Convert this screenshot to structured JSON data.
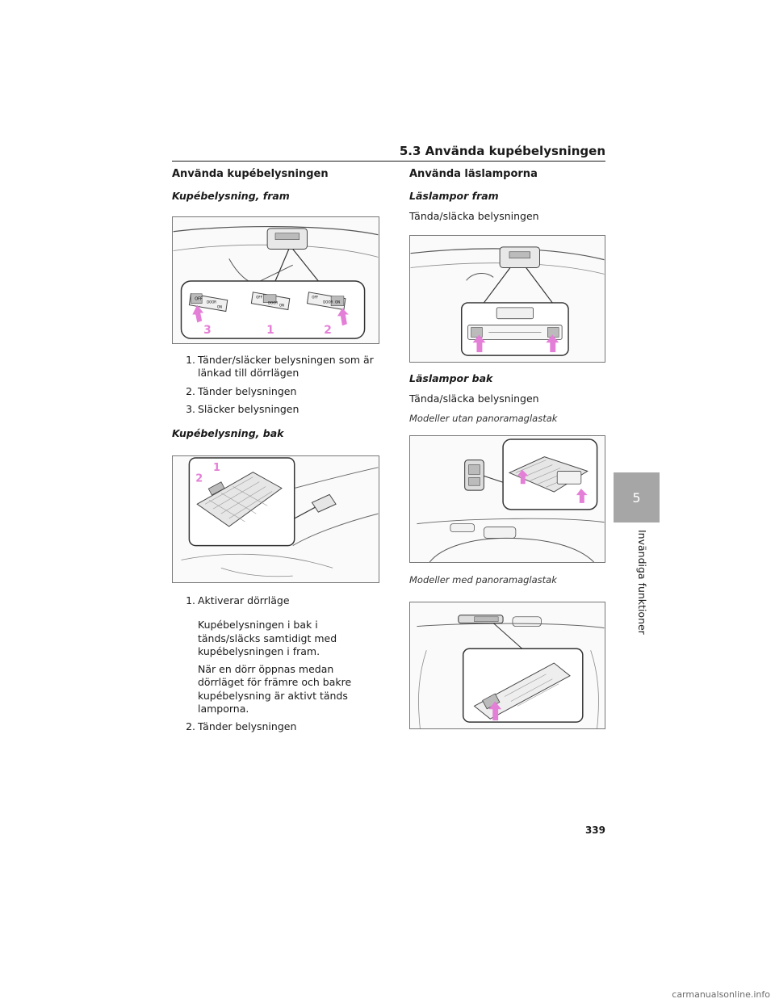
{
  "header": {
    "section": "5.3 Använda kupébelysningen"
  },
  "left": {
    "heading": "Använda kupébelysningen",
    "front": {
      "subheading": "Kupébelysning, fram",
      "figure_callouts": [
        "3",
        "1",
        "2"
      ],
      "switch_labels": [
        "OFF",
        "DOOR",
        "ON"
      ],
      "steps": [
        {
          "num": "1.",
          "text": "Tänder/släcker belysningen som är länkad till dörrlägen"
        },
        {
          "num": "2.",
          "text": "Tänder belysningen"
        },
        {
          "num": "3.",
          "text": "Släcker belysningen"
        }
      ]
    },
    "rear": {
      "subheading": "Kupébelysning, bak",
      "figure_callouts": [
        "1",
        "2"
      ],
      "steps": [
        {
          "num": "1.",
          "text": "Aktiverar dörrläge"
        },
        {
          "num": "2.",
          "text": "Tänder belysningen"
        }
      ],
      "step1_notes": [
        "Kupébelysningen i bak i tänds/släcks samtidigt med kupébelysningen i fram.",
        "När en dörr öppnas medan dörrläget för främre och bakre kupébelysning är aktivt tänds lamporna."
      ]
    }
  },
  "right": {
    "heading": "Använda läslamporna",
    "front": {
      "subheading": "Läslampor fram",
      "caption": "Tända/släcka belysningen"
    },
    "rear": {
      "subheading": "Läslampor bak",
      "caption": "Tända/släcka belysningen",
      "model_no_roof": "Modeller utan panoramaglastak",
      "model_with_roof": "Modeller med panoramaglastak"
    }
  },
  "side_tab": {
    "number": "5",
    "label": "Invändiga funktioner"
  },
  "page_number": "339",
  "footer": "carmanualsonline.info",
  "colors": {
    "callout": "#e47fd7",
    "tab": "#a6a6a6"
  }
}
